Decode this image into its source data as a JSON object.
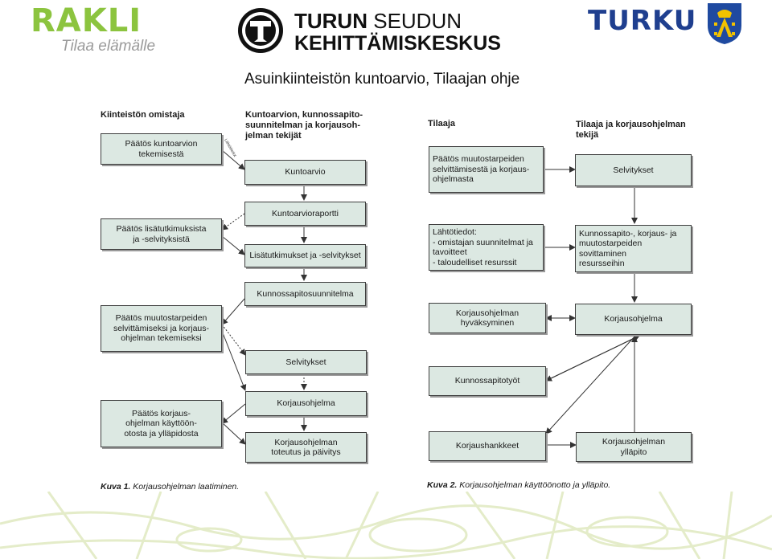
{
  "header": {
    "rakli": {
      "name": "RAKLI",
      "tagline": "Tilaa elämälle"
    },
    "tsk": {
      "line1_bold": "TURUN",
      "line1_rest": " SEUDUN",
      "line2": "KEHITTÄMISKESKUS"
    },
    "turku": {
      "name": "TURKU"
    },
    "title": "Asuinkiinteistön kuntoarvio, Tilaajan ohje"
  },
  "colors": {
    "box_fill": "#dce8e2",
    "rakli_green": "#8cc43f",
    "turku_blue": "#1f3f8f"
  },
  "figure1": {
    "headers": {
      "owner": "Kiinteistön omistaja",
      "maker": "Kuntoarvion, kunnossapito-\nsuunnitelman ja korjausoh-\njelman tekijät"
    },
    "owner_boxes": [
      "Päätös kuntoarvion\ntekemisestä",
      "Päätös lisätutkimuksista\nja -selvityksistä",
      "Päätös muutostarpeiden\nselvittämiseksi ja korjaus-\nohjelman tekemiseksi",
      "Päätös korjaus-\nohjelman käyttöön-\notosta ja ylläpidosta"
    ],
    "maker_boxes": [
      "Kuntoarvio",
      "Kuntoarvioraportti",
      "Lisätutkimukset ja -selvitykset",
      "Kunnossapitosuunnitelma",
      "Selvitykset",
      "Korjausohjelma",
      "Korjausohjelman\ntoteutus ja päivitys"
    ],
    "arrow_note": "Lähtötiedot",
    "caption_label": "Kuva 1.",
    "caption_text": " Korjausohjelman laatiminen."
  },
  "figure2": {
    "headers": {
      "client": "Tilaaja",
      "client_maker": "Tilaaja ja korjausohjelman\ntekijä"
    },
    "client_boxes": [
      "Päätös muutostarpeiden\nselvittämisestä ja korjaus-\nohjelmasta",
      "Lähtötiedot:\n- omistajan suunnitelmat ja\n   tavoitteet\n- taloudelliset resurssit",
      "Korjausohjelman\nhyväksyminen",
      "Kunnossapitotyöt",
      "Korjaushankkeet"
    ],
    "maker_boxes": [
      "Selvitykset",
      "Kunnossapito-, korjaus- ja\nmuutostarpeiden\nsovittaminen\nresursseihin",
      "Korjausohjelma",
      "Korjausohjelman\nylläpito"
    ],
    "caption_label": "Kuva 2.",
    "caption_text": " Korjausohjelman käyttöönotto ja ylläpito."
  }
}
